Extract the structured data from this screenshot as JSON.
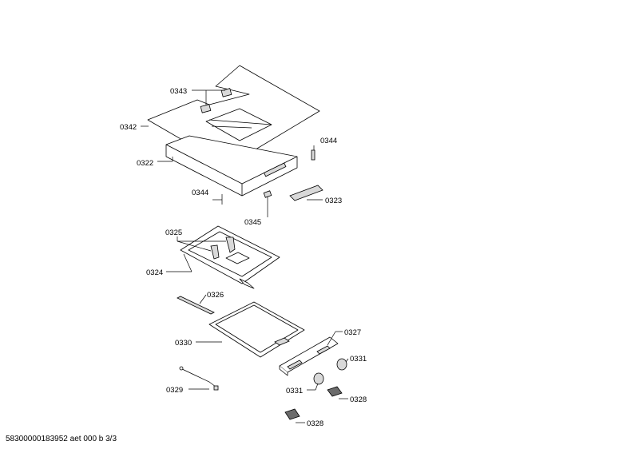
{
  "labels": {
    "p0343": "0343",
    "p0342": "0342",
    "p0344a": "0344",
    "p0322": "0322",
    "p0344b": "0344",
    "p0345": "0345",
    "p0323": "0323",
    "p0325": "0325",
    "p0324": "0324",
    "p0326": "0326",
    "p0330": "0330",
    "p0327": "0327",
    "p0331a": "0331",
    "p0329": "0329",
    "p0331b": "0331",
    "p0328a": "0328",
    "p0328b": "0328"
  },
  "footer": "58300000183952 aet 000 b 3/3"
}
